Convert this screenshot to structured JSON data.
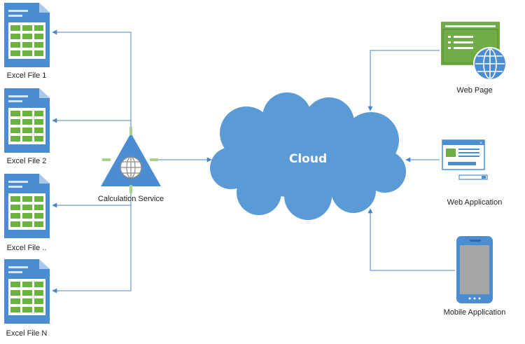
{
  "colors": {
    "line": "#4a86c5",
    "doc_blue": "#4a8dd3",
    "doc_light": "#d6e6f6",
    "cell_green": "#69b33f",
    "cloud": "#5b9bd5",
    "web_green": "#70ad47",
    "web_dark": "#507e32",
    "gray": "#8c8c8c",
    "dark": "#3a3a3a"
  },
  "labels": {
    "file1": "Excel File 1",
    "file2": "Excel File 2",
    "file3": "Excel File ..",
    "file4": "Excel File N",
    "calc": "Calculation Service",
    "cloud": "Cloud",
    "webpage": "Web Page",
    "webapp": "Web Application",
    "mobile": "Mobile Application"
  },
  "icons": {
    "file": "excel-file-icon",
    "calc": "calculation-service-icon",
    "cloud": "cloud-icon",
    "webpage": "web-page-icon",
    "webapp": "web-application-icon",
    "mobile": "mobile-phone-icon"
  }
}
